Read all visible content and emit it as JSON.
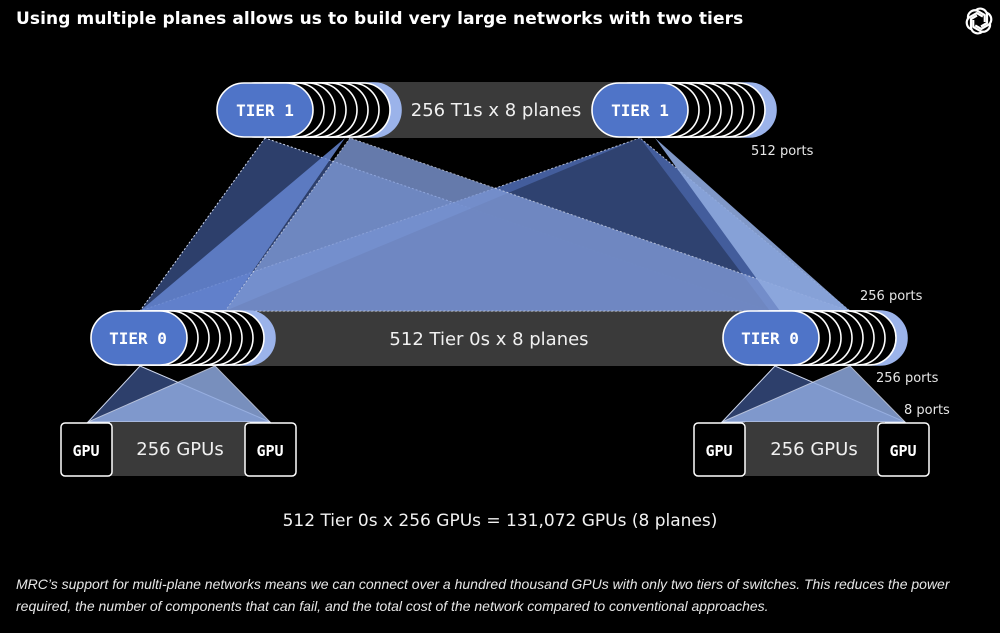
{
  "title": "Using multiple planes allows us to build very large networks with two tiers",
  "colors": {
    "switch_fill": "#4f74c8",
    "dark_blue": "#2d3f6b",
    "mid_blue": "#6585d0",
    "light_blue": "#8ea8de",
    "bar_fill": "#3a3a3a"
  },
  "logo": {
    "icon": "openai-logo-icon"
  },
  "tier1": {
    "left_label": "TIER 1",
    "right_label": "TIER 1",
    "bar_text": "256 T1s x 8 planes",
    "ports_label": "512 ports"
  },
  "tier0": {
    "left_label": "TIER 0",
    "right_label": "TIER 0",
    "bar_text": "512 Tier 0s x 8 planes",
    "uplink_ports_label": "256 ports",
    "downlink_ports_label": "256 ports"
  },
  "gpu_groups": {
    "left": {
      "gpu_a": "GPU",
      "gpu_b": "GPU",
      "count_text": "256 GPUs"
    },
    "right": {
      "gpu_a": "GPU",
      "gpu_b": "GPU",
      "count_text": "256 GPUs",
      "ports_label": "8 ports"
    }
  },
  "equation": "512 Tier 0s x 256 GPUs = 131,072 GPUs (8 planes)",
  "caption": "MRC’s support for multi-plane networks means we can connect over a hundred thousand GPUs with only two tiers of switches. This reduces the power required, the number of components that can fail, and the total cost of the network compared to conventional approaches."
}
